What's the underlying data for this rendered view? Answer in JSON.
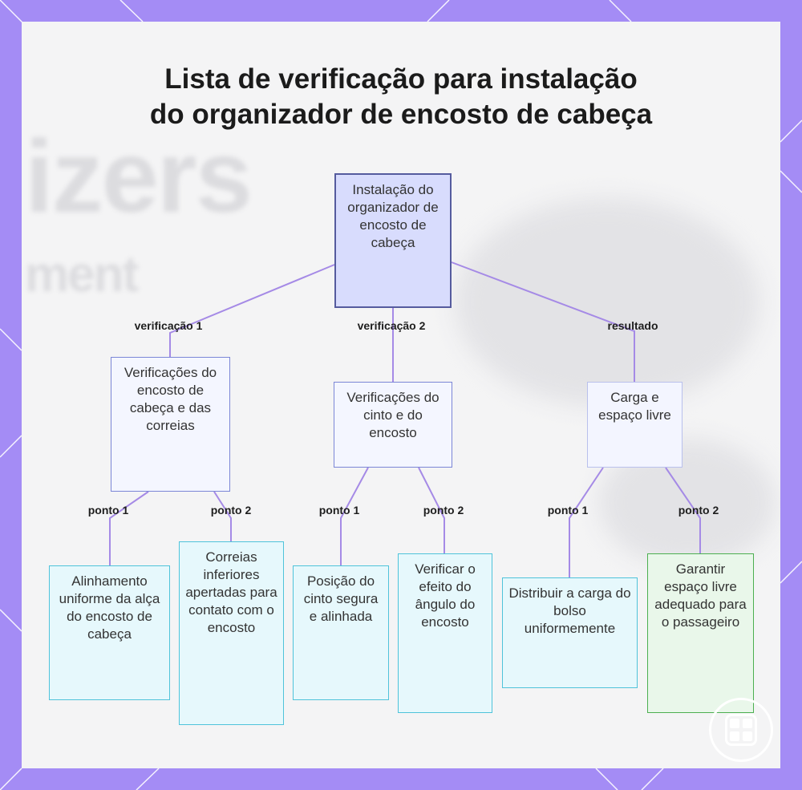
{
  "title": {
    "line1": "Lista de verificação para instalação",
    "line2": "do organizador de encosto de cabeça"
  },
  "watermark": {
    "big": "izers",
    "small": "ment"
  },
  "nodes": {
    "root": "Instalação do organizador de encosto de cabeça",
    "check1": "Verificações do encosto de cabeça e das correias",
    "check2": "Verificações do cinto e do encosto",
    "result": "Carga e espaço livre",
    "leaf1": "Alinhamento uniforme da alça do encosto de cabeça",
    "leaf2": "Correias inferiores apertadas para contato com o encosto",
    "leaf3": "Posição do cinto segura e alinhada",
    "leaf4": "Verificar o efeito do ângulo do encosto",
    "leaf5": "Distribuir a carga do bolso uniformemente",
    "leaf6": "Garantir espaço livre adequado para o passageiro"
  },
  "edge_labels": {
    "root_check1": "verificação 1",
    "root_check2": "verificação 2",
    "root_result": "resultado",
    "check1_leaf1": "ponto 1",
    "check1_leaf2": "ponto 2",
    "check2_leaf3": "ponto 1",
    "check2_leaf4": "ponto 2",
    "result_leaf5": "ponto 1",
    "result_leaf6": "ponto 2"
  },
  "colors": {
    "frame": "#a48cf5",
    "edge": "#a58ae6",
    "root_fill": "#d8dcfd",
    "leaf_fill": "#e6f8fc",
    "leaf_border": "#4fc3da",
    "green_border": "#4caf50"
  },
  "icons": {
    "logo": "grid-logo-icon"
  }
}
